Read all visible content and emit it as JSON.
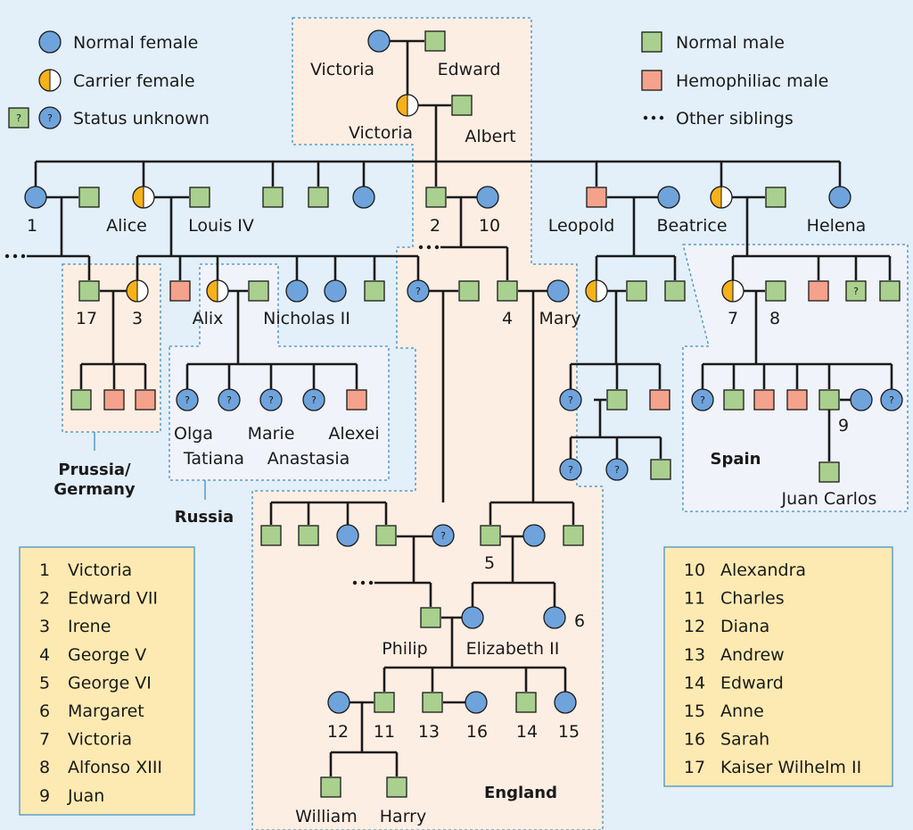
{
  "legend": {
    "normal_female": "Normal female",
    "carrier_female": "Carrier female",
    "status_unknown": "Status unknown",
    "normal_male": "Normal male",
    "hemophiliac_male": "Hemophiliac male",
    "other_siblings": "Other siblings",
    "unknown_mark": "?"
  },
  "names": {
    "victoria_top": "Victoria",
    "edward": "Edward",
    "victoria_carrier": "Victoria",
    "albert": "Albert",
    "alice": "Alice",
    "louis": "Louis IV",
    "leopold": "Leopold",
    "beatrice": "Beatrice",
    "helena": "Helena",
    "alix": "Alix",
    "nicholas": "Nicholas II",
    "mary": "Mary",
    "olga": "Olga",
    "marie": "Marie",
    "alexei": "Alexei",
    "tatiana": "Tatiana",
    "anastasia": "Anastasia",
    "juan_carlos": "Juan Carlos",
    "philip": "Philip",
    "elizabeth": "Elizabeth II",
    "william": "William",
    "harry": "Harry"
  },
  "numbers": {
    "n1": "1",
    "n2": "2",
    "n3": "3",
    "n4": "4",
    "n5": "5",
    "n6": "6",
    "n7": "7",
    "n8": "8",
    "n9": "9",
    "n10": "10",
    "n11": "11",
    "n12": "12",
    "n13": "13",
    "n14": "14",
    "n15": "15",
    "n16": "16",
    "n17": "17"
  },
  "regions": {
    "prussia_line1": "Prussia/",
    "prussia_line2": "Germany",
    "russia": "Russia",
    "spain": "Spain",
    "england": "England"
  },
  "key_left": [
    {
      "num": "1",
      "name": "Victoria"
    },
    {
      "num": "2",
      "name": "Edward VII"
    },
    {
      "num": "3",
      "name": "Irene"
    },
    {
      "num": "4",
      "name": "George V"
    },
    {
      "num": "5",
      "name": "George VI"
    },
    {
      "num": "6",
      "name": "Margaret"
    },
    {
      "num": "7",
      "name": "Victoria"
    },
    {
      "num": "8",
      "name": "Alfonso XIII"
    },
    {
      "num": "9",
      "name": "Juan"
    }
  ],
  "key_right": [
    {
      "num": "10",
      "name": "Alexandra"
    },
    {
      "num": "11",
      "name": "Charles"
    },
    {
      "num": "12",
      "name": "Diana"
    },
    {
      "num": "13",
      "name": "Andrew"
    },
    {
      "num": "14",
      "name": "Edward"
    },
    {
      "num": "15",
      "name": "Anne"
    },
    {
      "num": "16",
      "name": "Sarah"
    },
    {
      "num": "17",
      "name": "Kaiser Wilhelm II"
    }
  ],
  "colors": {
    "background": "#e3eff9",
    "female_fill": "#6fa3dc",
    "male_fill": "#a9d08e",
    "hemophiliac_fill": "#f4a28c",
    "carrier_fill": "#f6b21b",
    "region_fill": "#fdeee3",
    "key_fill": "#fdeab2",
    "region_border": "#3d8ebf",
    "line": "#1a1a1a"
  }
}
